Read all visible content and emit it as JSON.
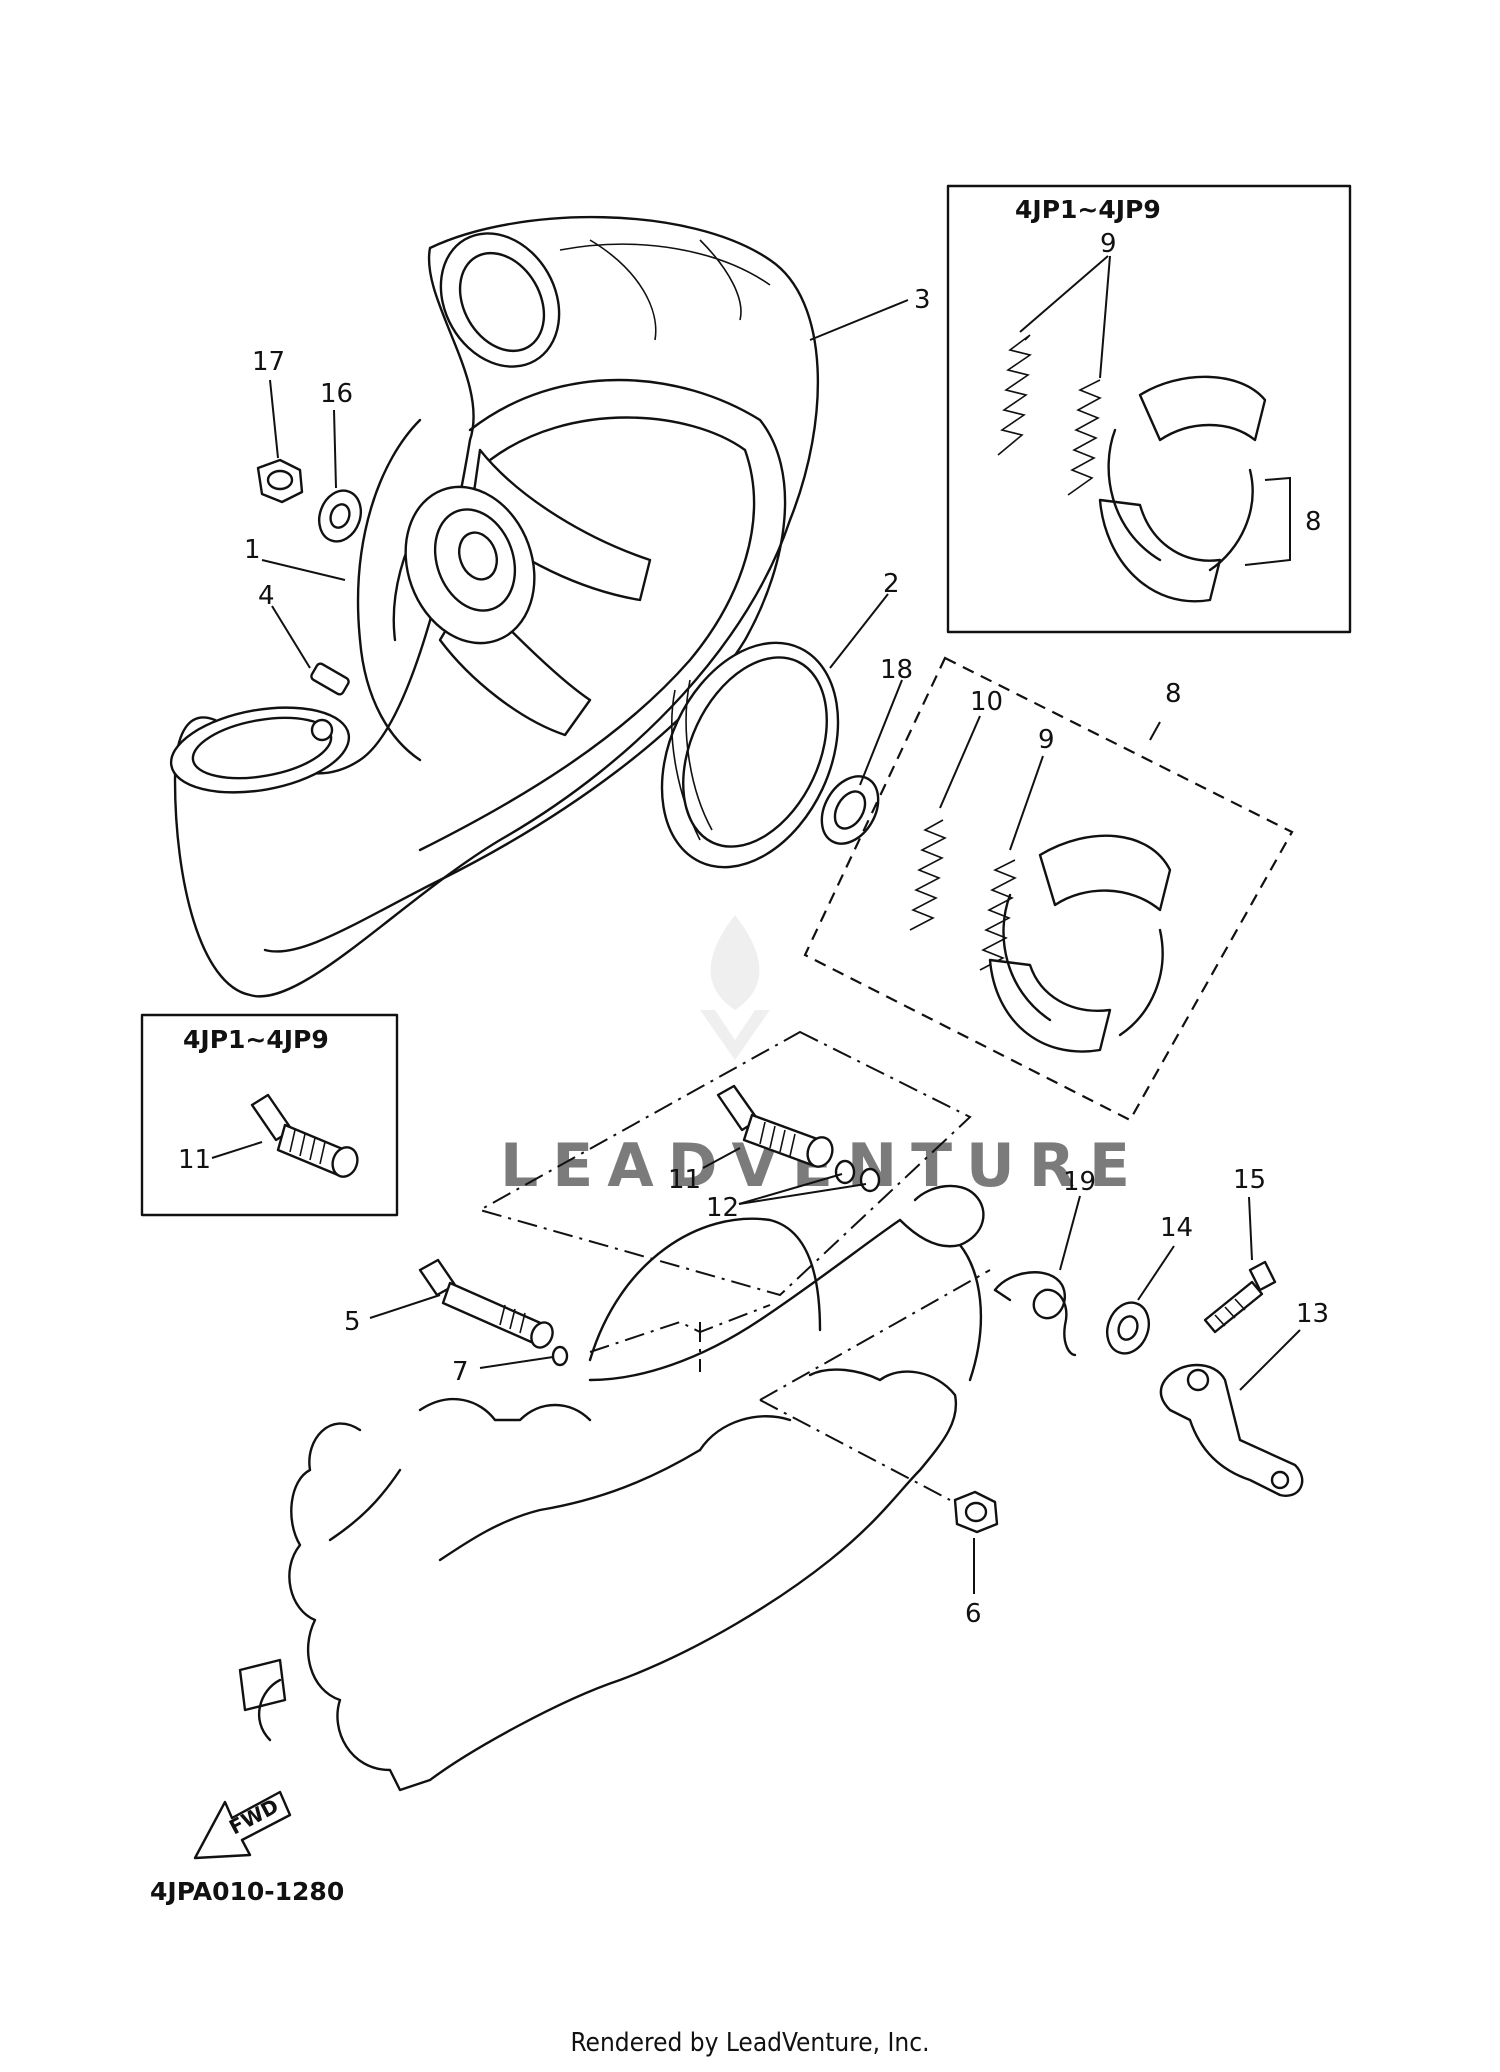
{
  "diagram": {
    "code": "4JPA010-1280",
    "footer": "Rendered by LeadVenture, Inc.",
    "watermark": "LEADVENTURE",
    "fwd_label": "FWD",
    "boxes": {
      "top_right_title": "4JP1~4JP9",
      "left_title": "4JP1~4JP9"
    },
    "callouts": {
      "c1": "1",
      "c2": "2",
      "c3": "3",
      "c4": "4",
      "c5": "5",
      "c6": "6",
      "c7": "7",
      "c8_box": "8",
      "c8_dashed": "8",
      "c9_box": "9",
      "c9_dashed": "9",
      "c10": "10",
      "c11_box": "11",
      "c11_main": "11",
      "c12": "12",
      "c13": "13",
      "c14": "14",
      "c15": "15",
      "c16": "16",
      "c17": "17",
      "c18": "18",
      "c19": "19"
    }
  }
}
